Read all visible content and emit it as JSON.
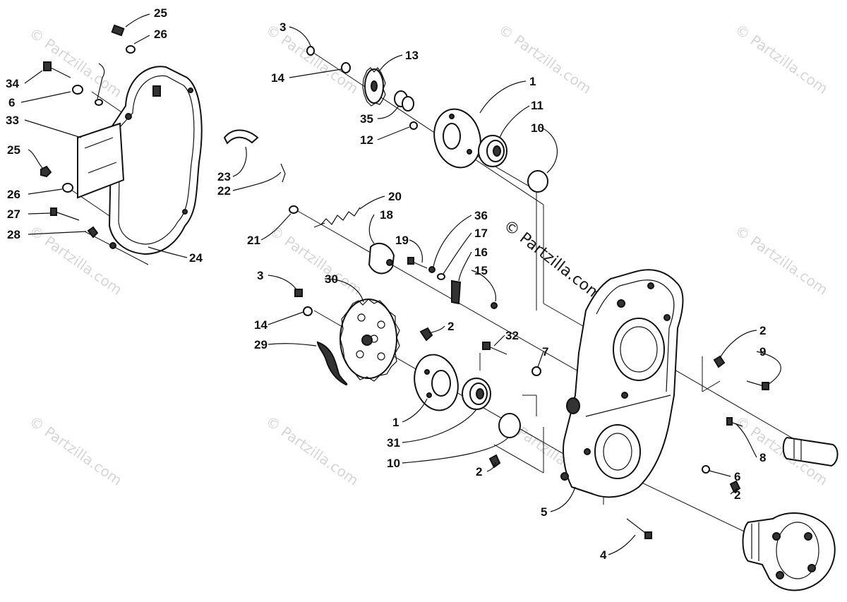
{
  "watermark": {
    "text": "© Partzilla.com",
    "center_text": "© Partzilla.com"
  },
  "callouts": {
    "c25a": "25",
    "c26a": "26",
    "c34": "34",
    "c6a": "6",
    "c33": "33",
    "c25b": "25",
    "c26b": "26",
    "c27": "27",
    "c28": "28",
    "c24": "24",
    "c3a": "3",
    "c14a": "14",
    "c13": "13",
    "c35": "35",
    "c12": "12",
    "c1a": "1",
    "c11": "11",
    "c10a": "10",
    "c23": "23",
    "c22": "22",
    "c20": "20",
    "c21": "21",
    "c18": "18",
    "c19": "19",
    "c36": "36",
    "c17": "17",
    "c16": "16",
    "c15": "15",
    "c3b": "3",
    "c30": "30",
    "c14b": "14",
    "c29": "29",
    "c2a": "2",
    "c32": "32",
    "c7": "7",
    "c1b": "1",
    "c31": "31",
    "c10b": "10",
    "c2b": "2",
    "c5": "5",
    "c2c": "2",
    "c9": "9",
    "c8": "8",
    "c6b": "6",
    "c2d": "2",
    "c4": "4"
  },
  "colors": {
    "line": "#111111",
    "watermark": "#d6d6d6",
    "background": "#ffffff"
  }
}
